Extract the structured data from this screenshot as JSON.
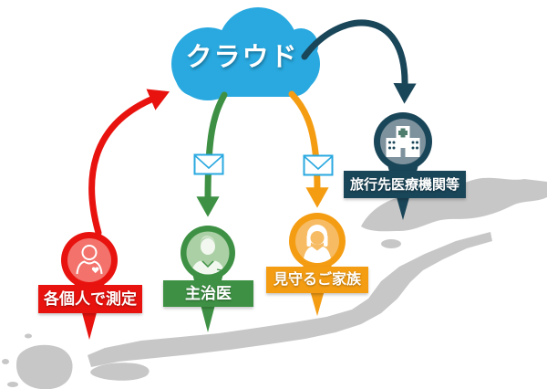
{
  "diagram": {
    "cloud": {
      "label": "クラウド",
      "color": "#29a9e0"
    },
    "nodes": [
      {
        "id": "individual",
        "label": "各個人で測定",
        "color": "#e8130f",
        "inner_color": "#f3726c",
        "icon": "person-heart-icon"
      },
      {
        "id": "doctor",
        "label": "主治医",
        "color": "#3e9144",
        "inner_color": "#abd0a5",
        "icon": "doctor-icon"
      },
      {
        "id": "family",
        "label": "見守るご家族",
        "color": "#f49d13",
        "inner_color": "#f6bb63",
        "icon": "woman-icon"
      },
      {
        "id": "travel",
        "label": "旅行先医療機関等",
        "color": "#1a4659",
        "inner_color": "#7e929d",
        "icon": "hospital-icon"
      }
    ],
    "arrows": [
      {
        "from": "各個人で測定",
        "to": "クラウド",
        "color": "#e8130f",
        "style": "curved-up"
      },
      {
        "from": "クラウド",
        "to": "主治医",
        "color": "#3e9144",
        "style": "down",
        "icon": "mail-icon"
      },
      {
        "from": "クラウド",
        "to": "見守るご家族",
        "color": "#f49d13",
        "style": "down",
        "icon": "mail-icon"
      },
      {
        "from": "クラウド",
        "to": "旅行先医療機関等",
        "color": "#1a4659",
        "style": "arc-right"
      }
    ],
    "background": {
      "map": "japan-map",
      "map_color": "#c7c7c7"
    },
    "mail_icon_color": "#2aa9e0"
  }
}
